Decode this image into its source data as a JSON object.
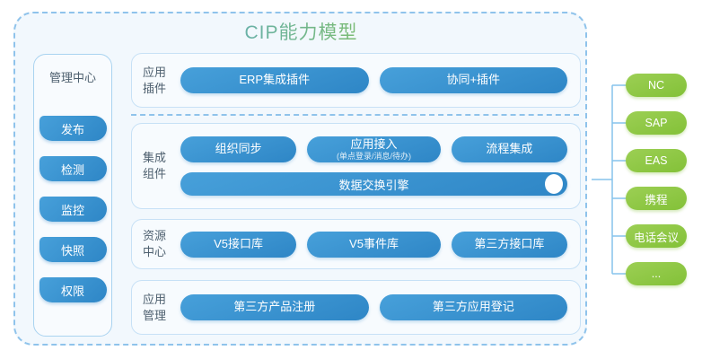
{
  "title": "CIP能力模型",
  "colors": {
    "blue_pill_start": "#47A0DA",
    "blue_pill_end": "#2E86C6",
    "green_pill_start": "#9CCF54",
    "green_pill_end": "#83C138",
    "dashed_border": "#8FC3EB",
    "title_gradient_start": "#58A7DC",
    "title_gradient_end": "#8CC63F"
  },
  "sidebar": {
    "title": "管理中心",
    "items": [
      {
        "label": "发布"
      },
      {
        "label": "检测"
      },
      {
        "label": "监控"
      },
      {
        "label": "快照"
      },
      {
        "label": "权限"
      }
    ]
  },
  "rows": [
    {
      "label": [
        "应用",
        "插件"
      ],
      "buttons": [
        {
          "label": "ERP集成插件"
        },
        {
          "label": "协同+插件"
        }
      ]
    },
    {
      "label": [
        "集成",
        "组件"
      ],
      "buttons": [
        {
          "label": "组织同步"
        },
        {
          "label": "应用接入",
          "sublabel": "(单点登录/消息/待办)"
        },
        {
          "label": "流程集成"
        }
      ],
      "wide_button": {
        "label": "数据交换引擎"
      }
    },
    {
      "label": [
        "资源",
        "中心"
      ],
      "buttons": [
        {
          "label": "V5接口库"
        },
        {
          "label": "V5事件库"
        },
        {
          "label": "第三方接口库"
        }
      ]
    },
    {
      "label": [
        "应用",
        "管理"
      ],
      "buttons": [
        {
          "label": "第三方产品注册"
        },
        {
          "label": "第三方应用登记"
        }
      ]
    }
  ],
  "external_systems": [
    {
      "label": "NC"
    },
    {
      "label": "SAP"
    },
    {
      "label": "EAS"
    },
    {
      "label": "携程"
    },
    {
      "label": "电话会议"
    },
    {
      "label": "..."
    }
  ]
}
